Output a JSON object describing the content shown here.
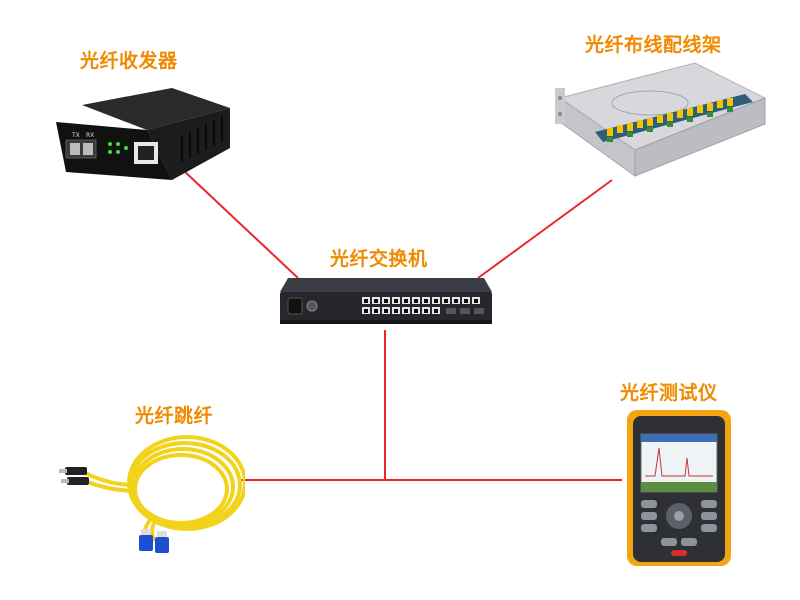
{
  "colors": {
    "label": "#f08a00",
    "line": "#e8282a"
  },
  "nodes": {
    "switch": {
      "label": "光纤交换机",
      "icon": "network-switch-icon"
    },
    "transceiver": {
      "label": "光纤收发器",
      "icon": "media-converter-icon"
    },
    "patch_panel": {
      "label": "光纤布线配线架",
      "icon": "fiber-patch-panel-icon"
    },
    "patch_cord": {
      "label": "光纤跳纤",
      "icon": "fiber-patch-cord-icon"
    },
    "tester": {
      "label": "光纤测试仪",
      "icon": "fiber-tester-icon"
    }
  },
  "device_text": {
    "transceiver_tx": "TX",
    "transceiver_rx": "RX"
  }
}
